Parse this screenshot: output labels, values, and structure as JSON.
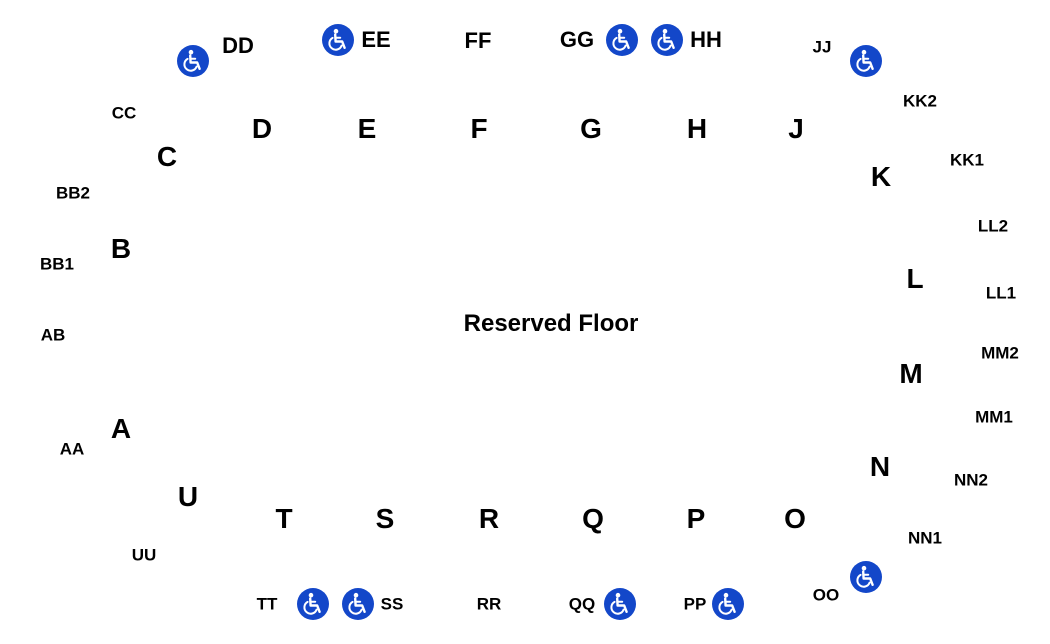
{
  "venue_title": "Reserved Floor",
  "accessible_icon": "wheelchair-accessibility-icon",
  "icon_color": "#1347c9",
  "sections": [
    "A",
    "B",
    "C",
    "D",
    "E",
    "F",
    "G",
    "H",
    "J",
    "K",
    "L",
    "M",
    "N",
    "O",
    "P",
    "Q",
    "R",
    "S",
    "T",
    "U"
  ],
  "sub_sections": [
    "AA",
    "AB",
    "BB1",
    "BB2",
    "CC",
    "DD",
    "EE",
    "FF",
    "GG",
    "HH",
    "JJ",
    "KK2",
    "KK1",
    "LL2",
    "LL1",
    "MM2",
    "MM1",
    "NN2",
    "NN1",
    "OO",
    "PP",
    "QQ",
    "RR",
    "SS",
    "TT",
    "UU"
  ],
  "accessible_areas": [
    "DD",
    "EE",
    "GG",
    "HH",
    "JJ",
    "OO",
    "PP",
    "QQ",
    "SS",
    "TT"
  ]
}
